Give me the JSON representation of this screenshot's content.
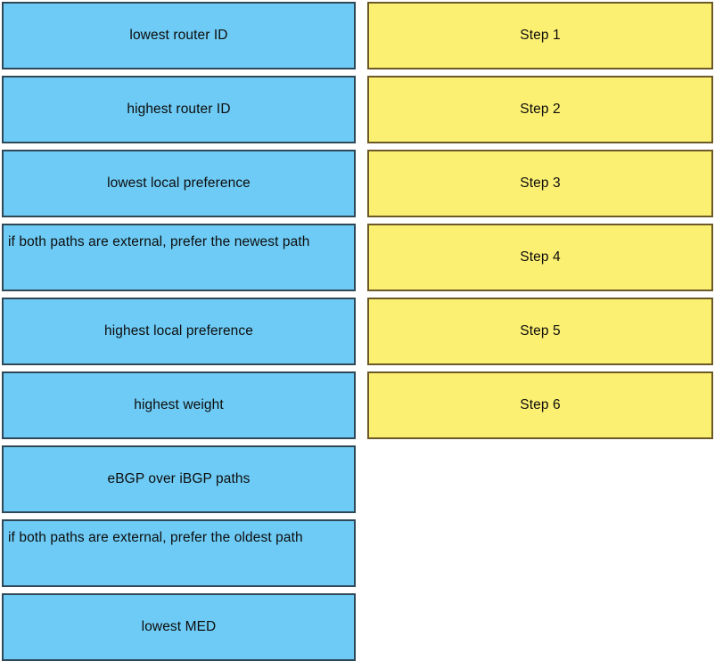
{
  "exercise": {
    "title": "BGP best path selection drag-and-drop matching",
    "colors": {
      "option_fill": "#6ecbf5",
      "option_border": "#2f4858",
      "step_fill": "#fcf072",
      "step_border": "#6b5a28",
      "page_background": "#ffffff",
      "text": "#0d0d0d"
    },
    "options_column": {
      "name": "draggable-options",
      "items": [
        {
          "label": "lowest router ID",
          "multiline": false
        },
        {
          "label": "highest router ID",
          "multiline": false
        },
        {
          "label": "lowest local preference",
          "multiline": false
        },
        {
          "label": "if both paths are external, prefer the newest path",
          "multiline": true
        },
        {
          "label": "highest local preference",
          "multiline": false
        },
        {
          "label": "highest weight",
          "multiline": false
        },
        {
          "label": "eBGP over iBGP paths",
          "multiline": false
        },
        {
          "label": "if both paths are external, prefer the oldest path",
          "multiline": true
        },
        {
          "label": "lowest MED",
          "multiline": false
        }
      ]
    },
    "steps_column": {
      "name": "drop-targets",
      "items": [
        {
          "label": "Step 1"
        },
        {
          "label": "Step 2"
        },
        {
          "label": "Step 3"
        },
        {
          "label": "Step 4"
        },
        {
          "label": "Step 5"
        },
        {
          "label": "Step 6"
        }
      ]
    }
  }
}
